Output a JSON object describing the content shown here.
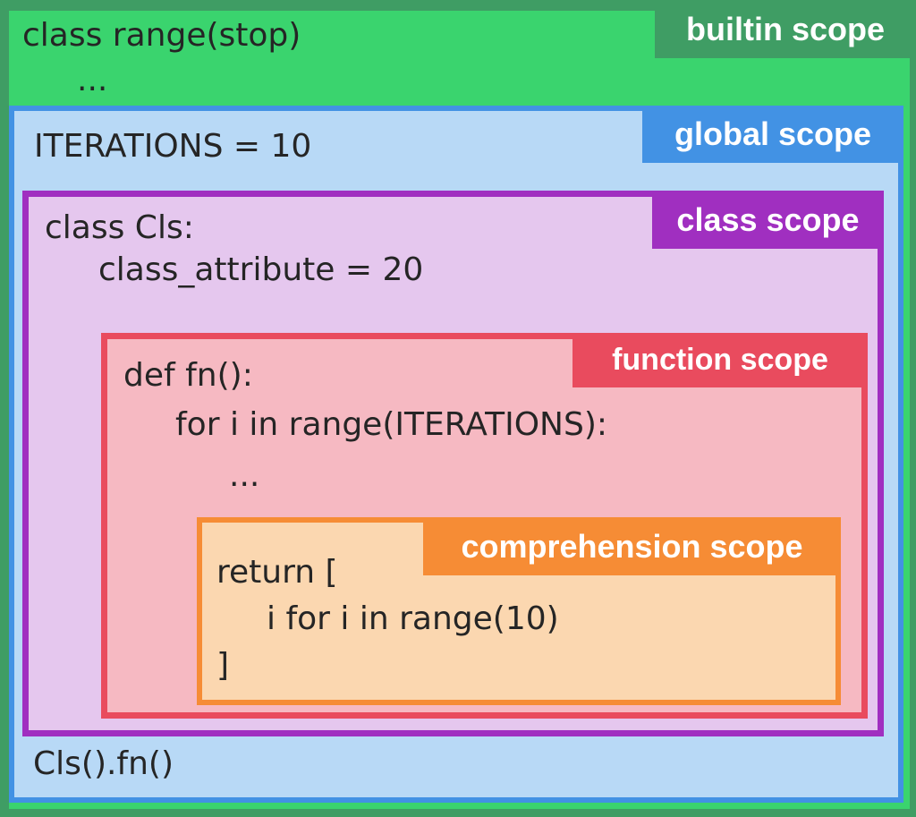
{
  "scopes": {
    "builtin": {
      "label": "builtin scope",
      "accent_color": "#3f9d64",
      "fill_color": "#3ad46e",
      "code": [
        "class range(stop)",
        "..."
      ]
    },
    "global": {
      "label": "global scope",
      "accent_color": "#4292e4",
      "fill_color": "#b8d9f6",
      "code": [
        "ITERATIONS = 10",
        "Cls().fn()"
      ]
    },
    "class": {
      "label": "class scope",
      "accent_color": "#a02fc0",
      "fill_color": "#e5c7ee",
      "code": [
        "class Cls:",
        "class_attribute = 20"
      ]
    },
    "function": {
      "label": "function scope",
      "accent_color": "#e94b5e",
      "fill_color": "#f6b9c2",
      "code": [
        "def fn():",
        "for i in range(ITERATIONS):",
        "..."
      ]
    },
    "comprehension": {
      "label": "comprehension scope",
      "accent_color": "#f68c35",
      "fill_color": "#fbd7b0",
      "code": [
        "return [",
        "i for i in range(10)",
        "]"
      ]
    }
  },
  "code_text_color": "#252525",
  "label_text_color": "#ffffff"
}
